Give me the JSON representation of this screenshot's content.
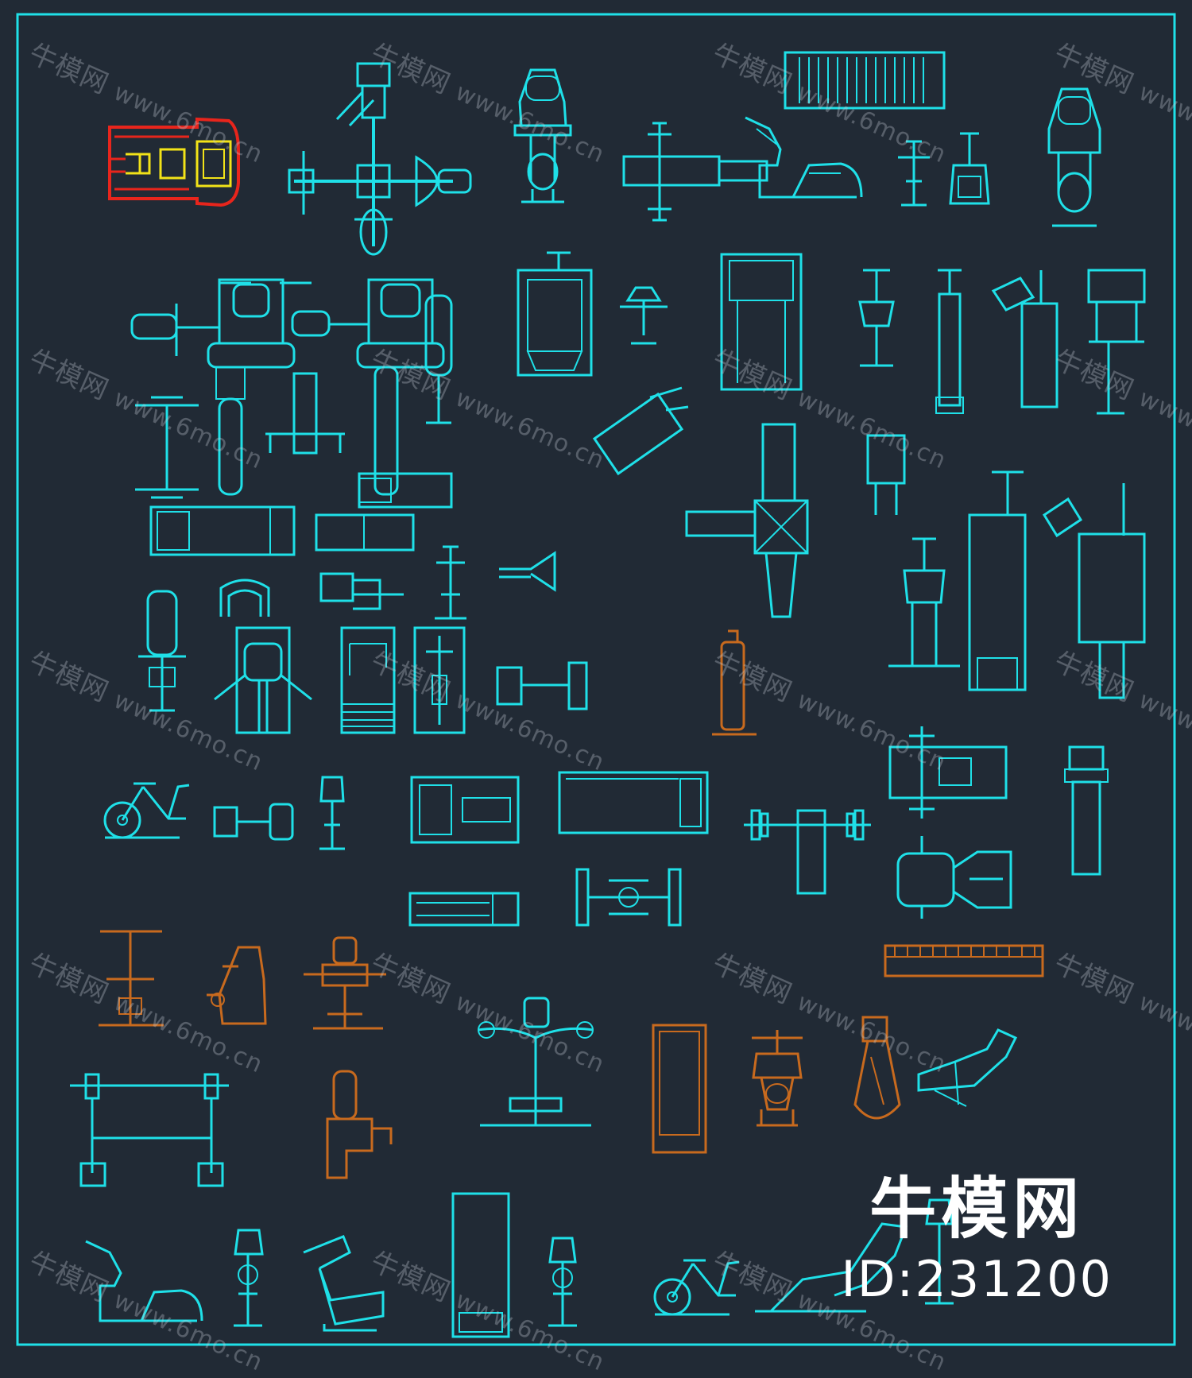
{
  "colors": {
    "background": "#212a35",
    "cad_cyan": "#1fe0e8",
    "cad_orange": "#c86a1e",
    "cad_red": "#e8251c",
    "cad_yellow": "#f2e318",
    "border": "#1fe0e8",
    "brand_text": "#ffffff"
  },
  "watermark": {
    "brand_cn": "牛模网",
    "url": "www.6mo.cn"
  },
  "brand": {
    "name": "牛模网",
    "id_text": "ID:231200"
  }
}
